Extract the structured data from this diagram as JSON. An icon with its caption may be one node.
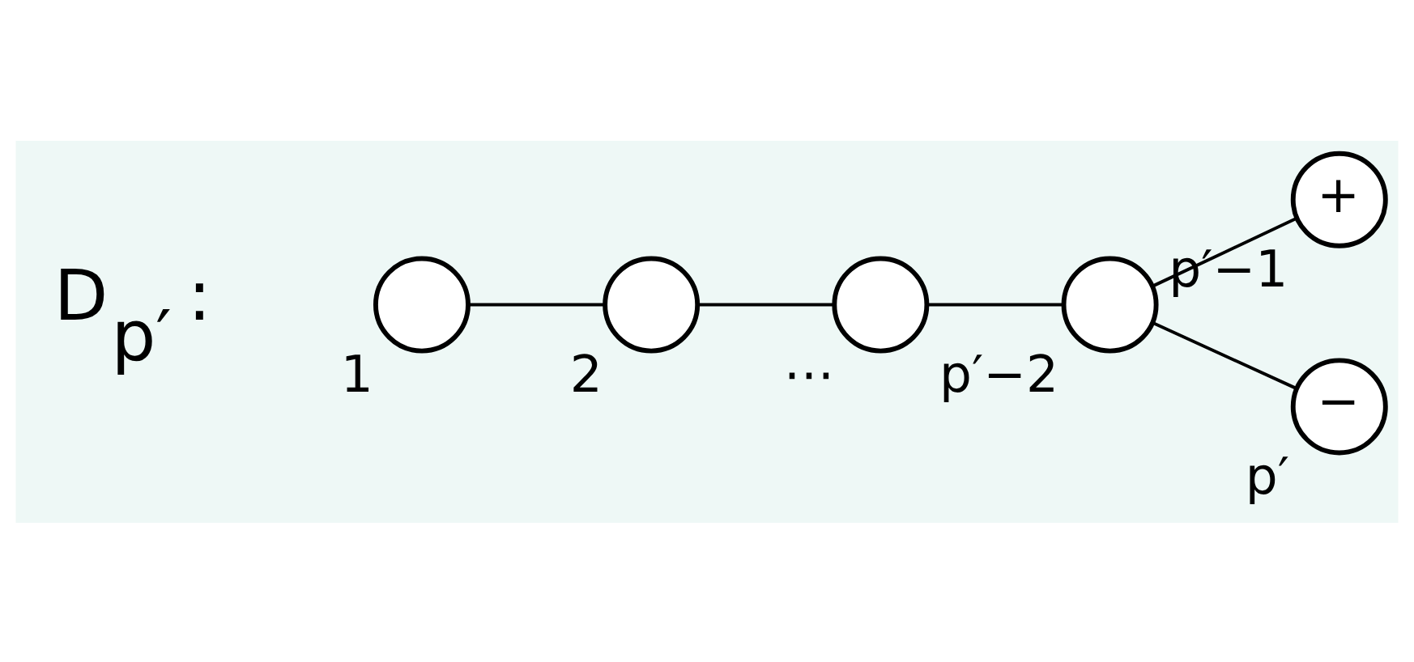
{
  "diagram": {
    "nodes": [
      {
        "text": [],
        "shape": "circle",
        "beside": [
          "1"
        ]
      },
      {
        "text": [],
        "shape": "circle",
        "beside": [
          "2"
        ]
      },
      {
        "text": [],
        "shape": "circle",
        "beside": [
          "⋯"
        ]
      },
      {
        "text": [],
        "shape": "circle",
        "beside": [
          "p′−2"
        ]
      },
      {
        "text": [
          "+"
        ],
        "beside": [
          "p′−1"
        ]
      },
      {
        "text": [
          "−"
        ],
        "beside": [
          "p′"
        ]
      }
    ],
    "edges": [
      {
        "from": 0,
        "to": 1,
        "arrow": "none"
      },
      {
        "from": 1,
        "to": 2,
        "arrow": "none"
      },
      {
        "from": 2,
        "to": 3,
        "arrow": "none"
      },
      {
        "from": 3,
        "to": 4,
        "arrow": "none"
      },
      {
        "from": 3,
        "to": 5,
        "arrow": "none"
      }
    ],
    "labels": [
      "D$_{p′}$ :"
    ]
  }
}
